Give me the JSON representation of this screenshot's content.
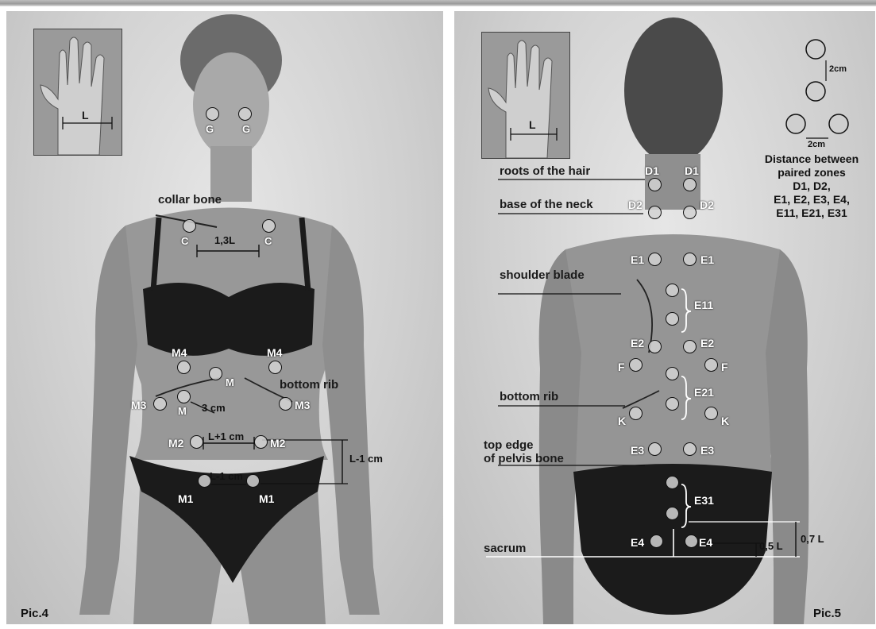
{
  "left": {
    "pic_label": "Pic.4",
    "inset_label": "L",
    "labels": {
      "collar_bone": "collar bone",
      "bottom_rib": "bottom rib",
      "dim_13L": "1,3L",
      "dim_3cm": "3 cm",
      "dim_Lp1": "L+1 cm",
      "dim_Lm1_h": "L-1 cm",
      "dim_Lm1_v": "L-1 cm"
    },
    "zones": {
      "G": "G",
      "C": "C",
      "M4": "M4",
      "M": "M",
      "M3": "M3",
      "M2": "M2",
      "M1": "M1"
    }
  },
  "right": {
    "pic_label": "Pic.5",
    "inset_label": "L",
    "labels": {
      "roots_hair": "roots of the hair",
      "base_neck": "base of the neck",
      "shoulder_blade": "shoulder blade",
      "bottom_rib": "bottom rib",
      "top_edge_1": "top edge",
      "top_edge_2": "of pelvis bone",
      "sacrum": "sacrum",
      "dim_2cm_a": "2cm",
      "dim_2cm_b": "2cm",
      "dim_07L": "0,7 L",
      "dim_05L": "0,5 L"
    },
    "zones": {
      "D1": "D1",
      "D2": "D2",
      "E1": "E1",
      "E11": "E11",
      "E2": "E2",
      "F": "F",
      "E21": "E21",
      "K": "K",
      "E3": "E3",
      "E31": "E31",
      "E4": "E4"
    },
    "note": {
      "line1": "Distance between",
      "line2": "paired zones",
      "line3": "D1, D2,",
      "line4": "E1, E2, E3, E4,",
      "line5": "E11, E21, E31"
    }
  },
  "colors": {
    "background": "#cfcfcf",
    "figure_skin": "#8a8a8a",
    "garment": "#1b1b1b",
    "zone_fill": "#d2d2d2",
    "ink": "#111111"
  }
}
